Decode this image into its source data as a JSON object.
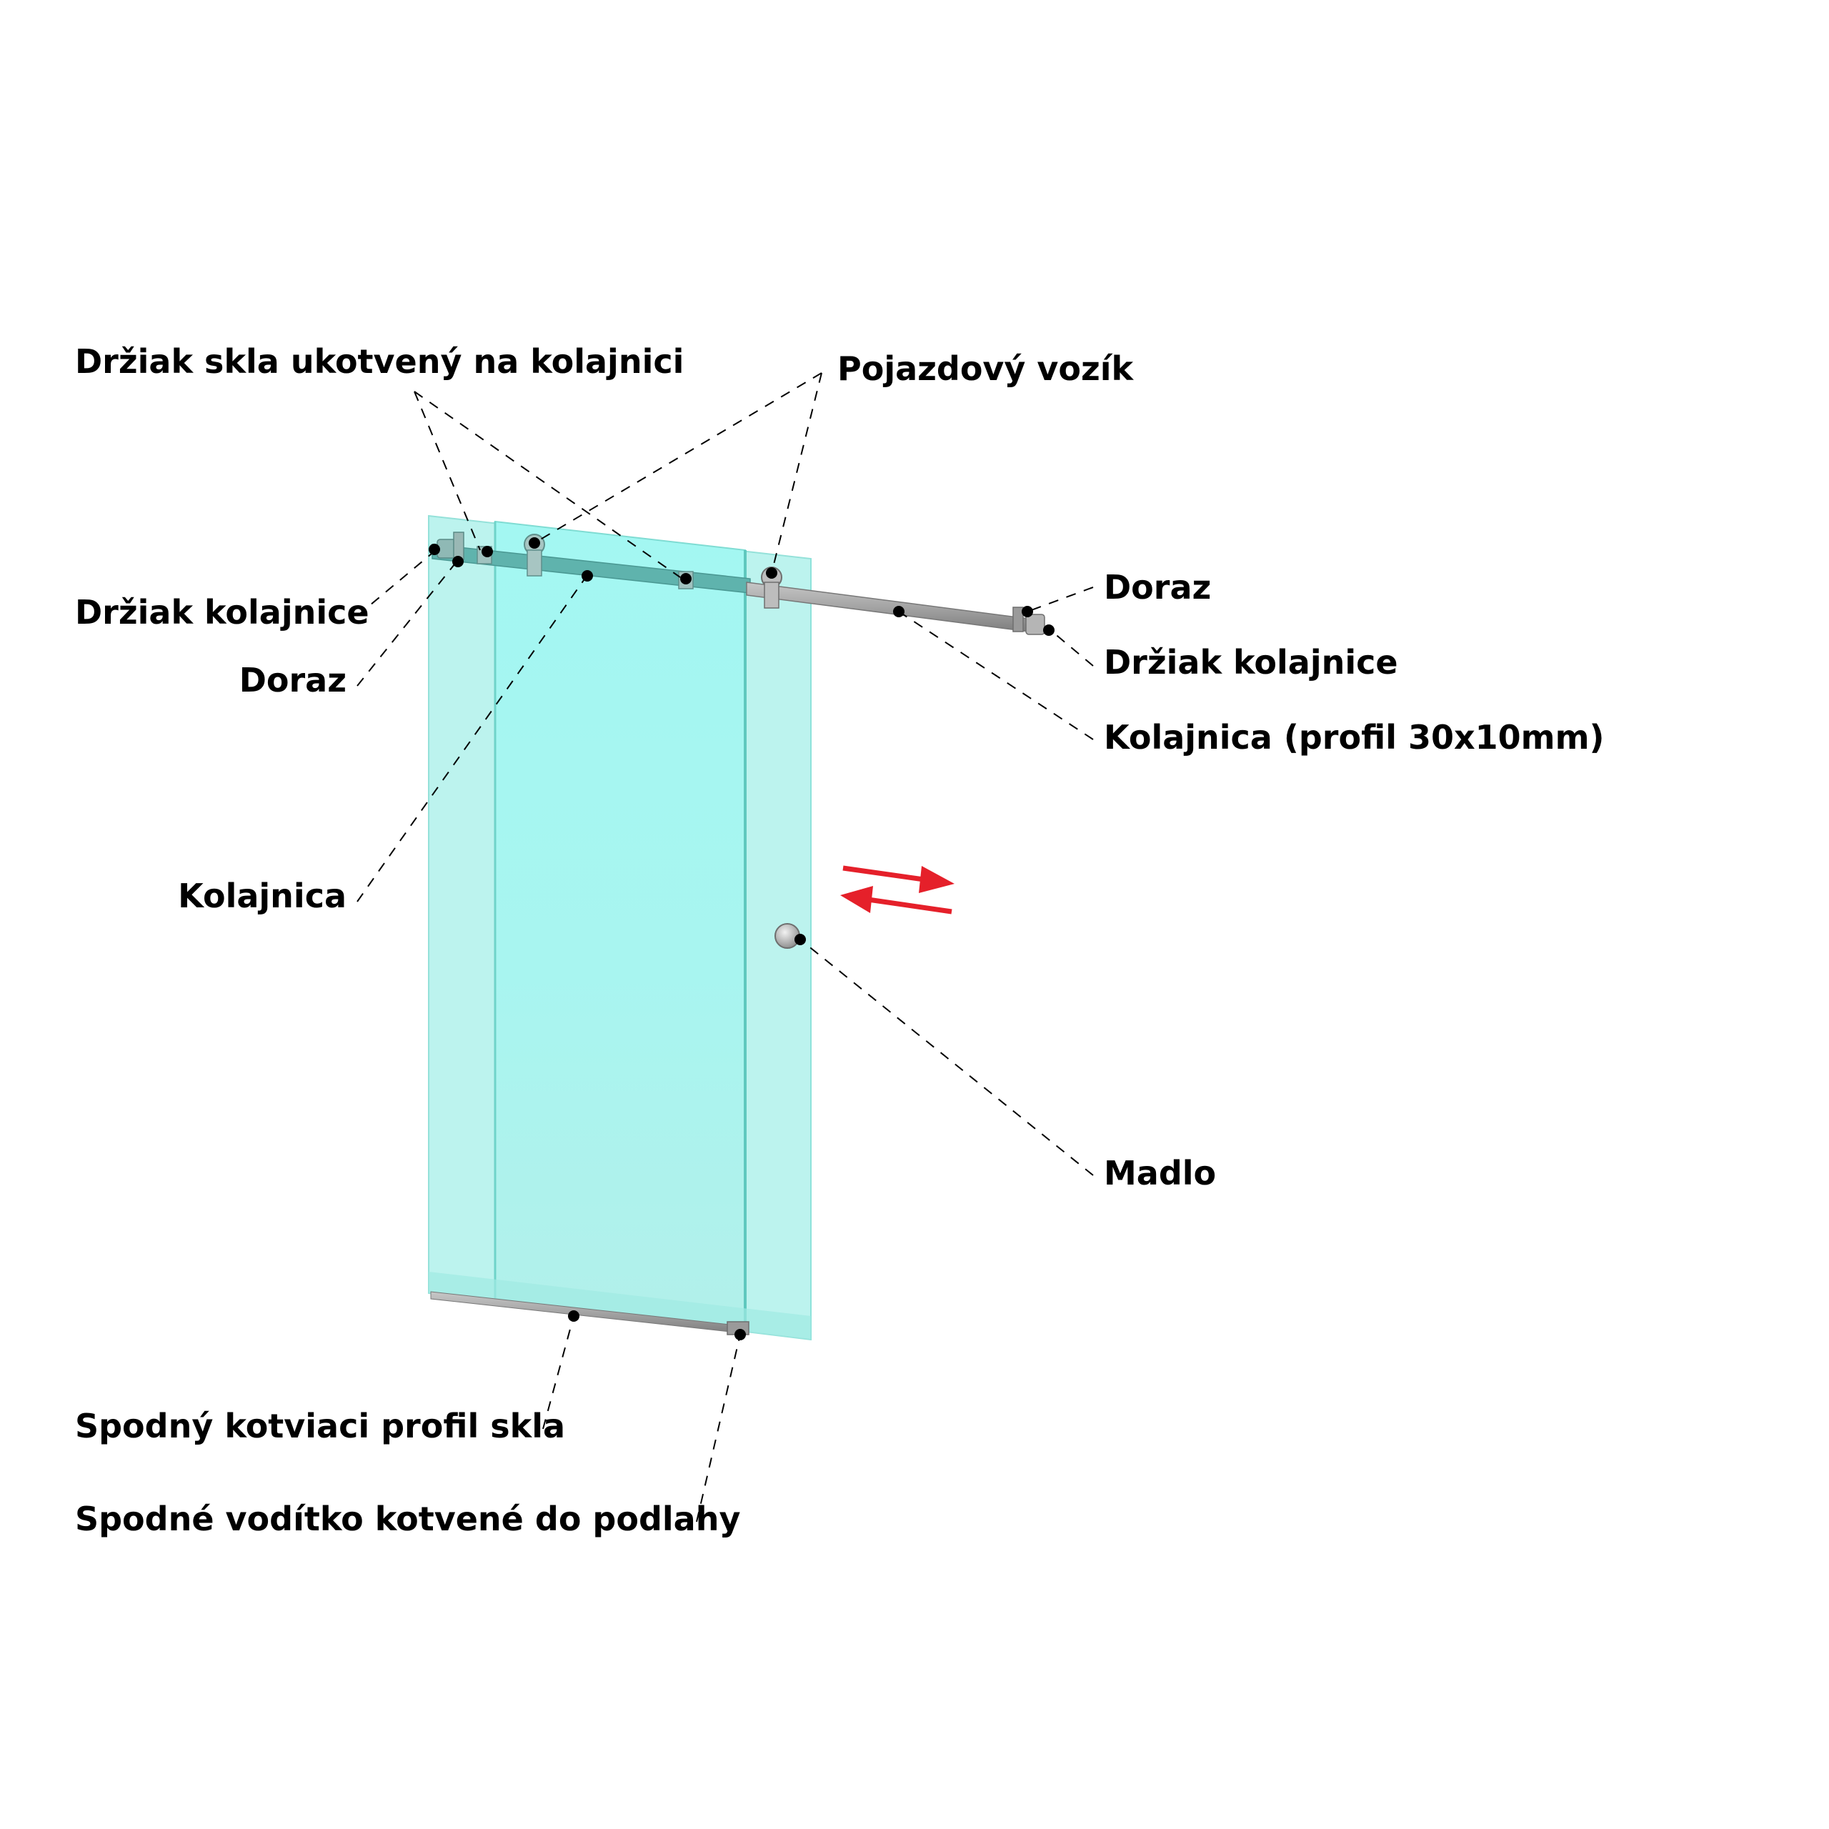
{
  "labels": {
    "glass_holder_on_rail": "Držiak skla ukotvený na kolajnici",
    "carriage": "Pojazdový vozík",
    "rail_holder_left": "Držiak kolajnice",
    "stop_left": "Doraz",
    "rail_left": "Kolajnica",
    "stop_right": "Doraz",
    "rail_holder_right": "Držiak kolajnice",
    "rail_profile": "Kolajnica (profil 30x10mm)",
    "handle": "Madlo",
    "bottom_profile": "Spodný kotviaci  profil skla",
    "bottom_guide": "Spodné vodítko kotvené do podlahy"
  },
  "colors": {
    "glass_front": "#a8f6f1",
    "glass_back": "#b9f3ee",
    "glass_edge": "#74d8cf",
    "rail_steel": "#a9a9a9",
    "rail_dark": "#55aaa4",
    "arrow_red": "#e5202a",
    "leader": "#000000"
  }
}
